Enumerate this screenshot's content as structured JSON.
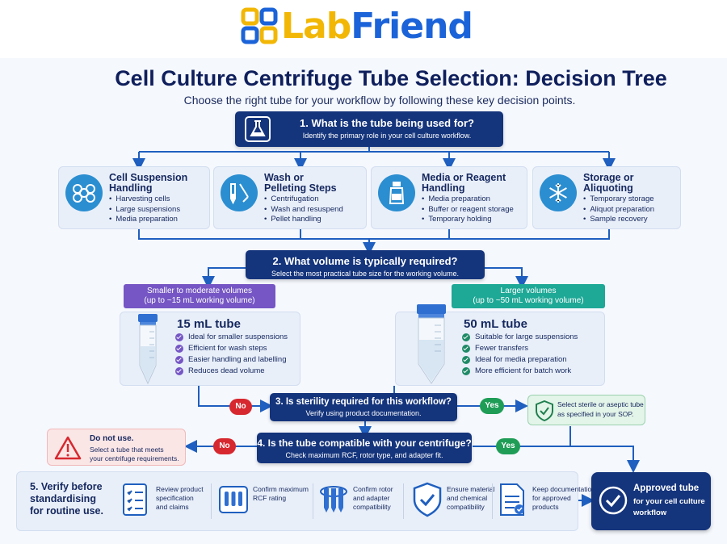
{
  "brand": {
    "lab": "Lab",
    "friend": "Friend"
  },
  "title": "Cell Culture Centrifuge Tube Selection: Decision Tree",
  "subtitle": "Choose the right tube for your workflow by following these key decision points.",
  "q1": {
    "title": "1. What is the tube being used for?",
    "sub": "Identify the primary role in your cell culture workflow."
  },
  "uses": [
    {
      "title1": "Cell Suspension",
      "title2": "Handling",
      "items": [
        "Harvesting cells",
        "Large suspensions",
        "Media preparation"
      ],
      "icon": "cells-icon"
    },
    {
      "title1": "Wash or",
      "title2": "Pelleting Steps",
      "items": [
        "Centrifugation",
        "Wash and resuspend",
        "Pellet handling"
      ],
      "icon": "pipette-tube-icon"
    },
    {
      "title1": "Media or Reagent",
      "title2": "Handling",
      "items": [
        "Media preparation",
        "Buffer or reagent storage",
        "Temporary holding"
      ],
      "icon": "bottle-icon"
    },
    {
      "title1": "Storage or",
      "title2": "Aliquoting",
      "items": [
        "Temporary storage",
        "Aliquot preparation",
        "Sample recovery"
      ],
      "icon": "snowflake-icon"
    }
  ],
  "q2": {
    "title": "2. What volume is typically required?",
    "sub": "Select the most practical tube size for the working volume."
  },
  "vol_small": {
    "line1": "Smaller to moderate volumes",
    "line2": "(up to ~15 mL working volume)"
  },
  "vol_large": {
    "line1": "Larger volumes",
    "line2": "(up to ~50 mL working volume)"
  },
  "tube15": {
    "title": "15 mL tube",
    "items": [
      "Ideal for smaller suspensions",
      "Efficient for wash steps",
      "Easier handling and labelling",
      "Reduces dead volume"
    ]
  },
  "tube50": {
    "title": "50 mL tube",
    "items": [
      "Suitable for large suspensions",
      "Fewer transfers",
      "Ideal for media preparation",
      "More efficient for batch work"
    ]
  },
  "q3": {
    "title": "3. Is sterility required for this workflow?",
    "sub": "Verify using product documentation."
  },
  "q4": {
    "title": "4. Is the tube compatible with your centrifuge?",
    "sub": "Check maximum RCF, rotor type, and adapter fit."
  },
  "no_label": "No",
  "yes_label": "Yes",
  "sterile_note": {
    "line1": "Select sterile or aseptic tube",
    "line2": "as specified in your SOP."
  },
  "do_not_use": {
    "title": "Do not use.",
    "line1": "Select a tube that meets",
    "line2": "your centrifuge requirements."
  },
  "verify": {
    "title1": "5. Verify before",
    "title2": "standardising",
    "title3": "for routine use.",
    "steps": [
      {
        "line1": "Review product",
        "line2": "specification",
        "line3": "and claims",
        "icon": "checklist-icon"
      },
      {
        "line1": "Confirm maximum",
        "line2": "RCF rating",
        "line3": "",
        "icon": "centrifuge-icon"
      },
      {
        "line1": "Confirm rotor",
        "line2": "and adapter",
        "line3": "compatibility",
        "icon": "rotor-icon"
      },
      {
        "line1": "Ensure material",
        "line2": "and chemical",
        "line3": "compatibility",
        "icon": "shield-check-icon"
      },
      {
        "line1": "Keep documentation",
        "line2": "for approved",
        "line3": "products",
        "icon": "document-icon"
      }
    ]
  },
  "approved": {
    "line1": "Approved tube",
    "line2": "for your cell culture",
    "line3": "workflow"
  },
  "colors": {
    "navy": "#14347c",
    "blue": "#2b8ed1",
    "purple": "#7556c4",
    "teal": "#1ea896",
    "red": "#d7282f",
    "green": "#1f9d57",
    "yellow": "#f2b705",
    "brand_blue": "#1b63d8"
  }
}
